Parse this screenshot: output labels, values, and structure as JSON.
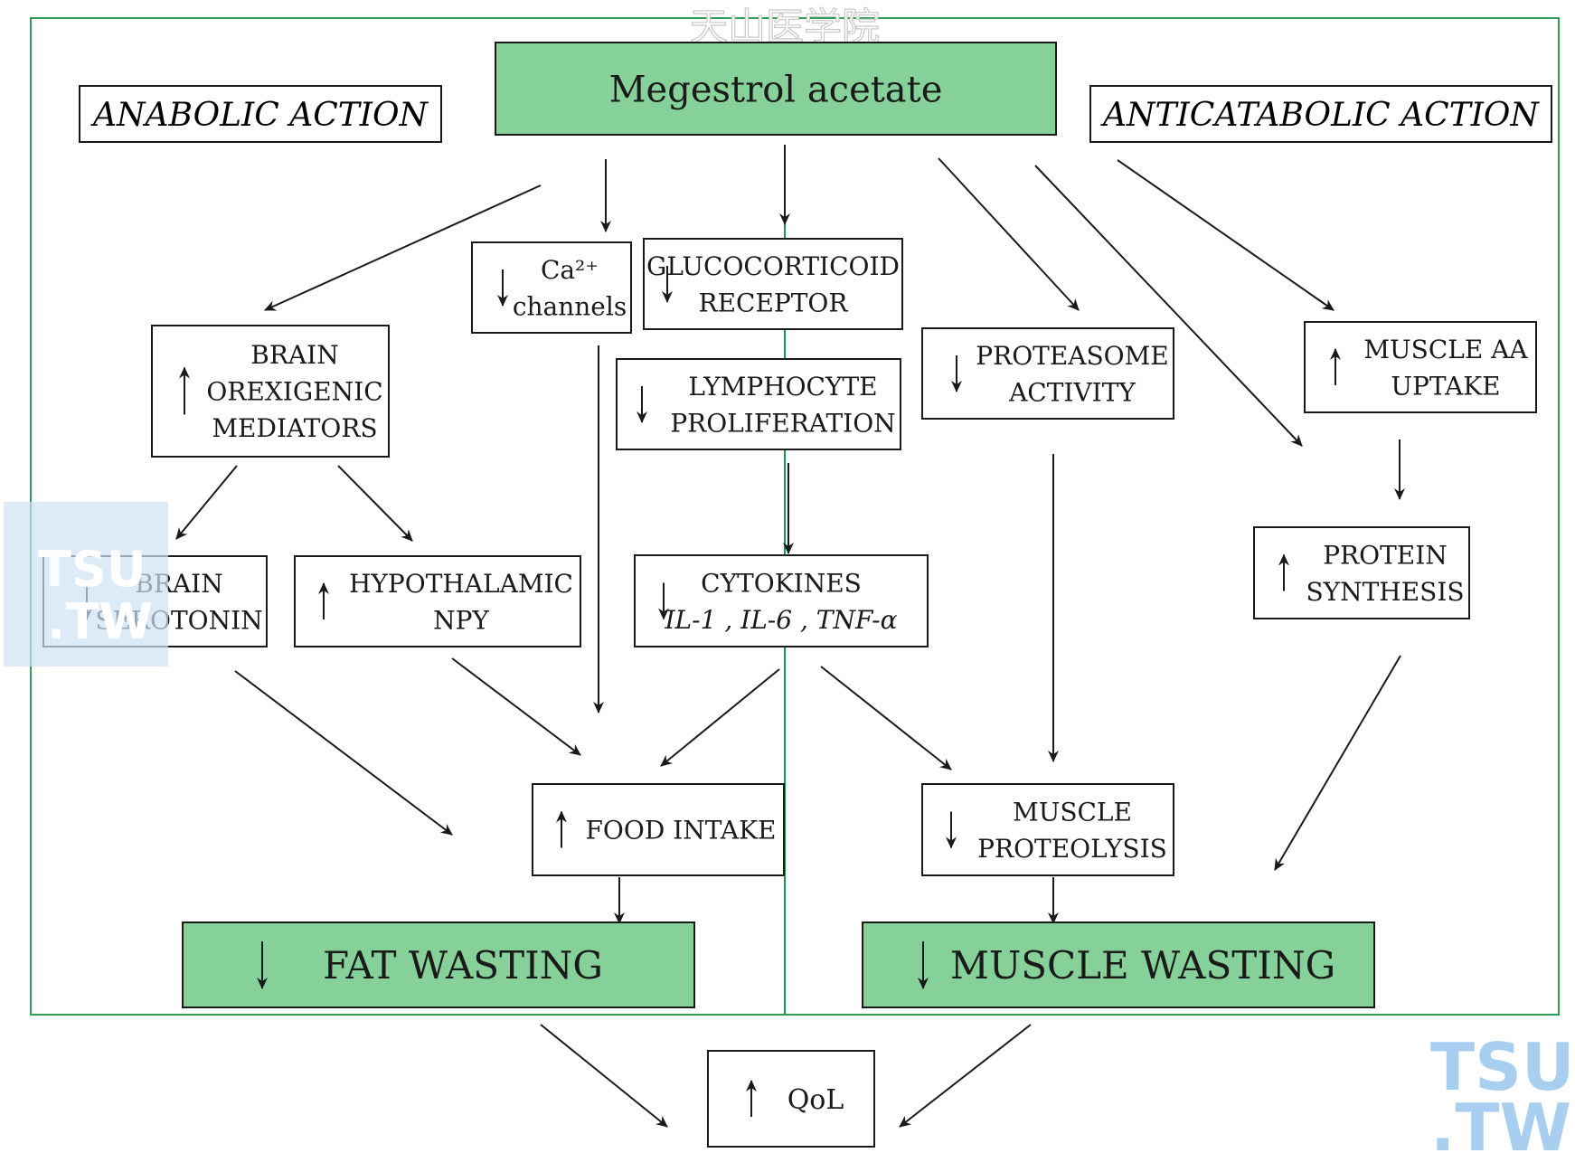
{
  "colors": {
    "main_fill": "#86d19a",
    "frame": "#2e9f57",
    "watermark": "#a9cff0"
  },
  "header_watermark": "天山医学院",
  "labels": {
    "anabolic": "ANABOLIC ACTION",
    "anticatabolic": "ANTICATABOLIC ACTION"
  },
  "nodes": {
    "megestrol": {
      "lines": [
        "Megestrol acetate"
      ]
    },
    "ca": {
      "lines": [
        "Ca²⁺",
        "channels"
      ],
      "dir": "down"
    },
    "gluco": {
      "lines": [
        "GLUCOCORTICOID",
        "RECEPTOR"
      ],
      "dir": "down"
    },
    "lympho": {
      "lines": [
        "LYMPHOCYTE",
        "PROLIFERATION"
      ],
      "dir": "down"
    },
    "brain_orex": {
      "lines": [
        "BRAIN",
        "OREXIGENIC",
        "MEDIATORS"
      ],
      "dir": "up"
    },
    "proteasome": {
      "lines": [
        "PROTEASOME",
        "ACTIVITY"
      ],
      "dir": "down"
    },
    "muscle_aa": {
      "lines": [
        "MUSCLE AA",
        "UPTAKE"
      ],
      "dir": "up"
    },
    "brain_sero": {
      "lines": [
        "BRAIN",
        "SEROTONIN"
      ],
      "dir": "down"
    },
    "hypo": {
      "lines": [
        "HYPOTHALAMIC",
        "NPY"
      ],
      "dir": "up"
    },
    "cytokines": {
      "lines": [
        "CYTOKINES",
        "IL-1 , IL-6 , TNF-α"
      ],
      "dir": "down"
    },
    "protein_syn": {
      "lines": [
        "PROTEIN",
        "SYNTHESIS"
      ],
      "dir": "up"
    },
    "food": {
      "lines": [
        "FOOD INTAKE"
      ],
      "dir": "up"
    },
    "muscle_prot": {
      "lines": [
        "MUSCLE",
        "PROTEOLYSIS"
      ],
      "dir": "down"
    },
    "fat_wasting": {
      "lines": [
        "FAT WASTING"
      ],
      "dir": "down"
    },
    "muscle_wasting": {
      "lines": [
        "MUSCLE WASTING"
      ],
      "dir": "down"
    },
    "qol": {
      "lines": [
        "QoL"
      ],
      "dir": "up"
    }
  },
  "watermarks": [
    {
      "top": "TSU",
      "bottom": ".TW"
    },
    {
      "top": "TSU",
      "bottom": ".TW"
    }
  ]
}
